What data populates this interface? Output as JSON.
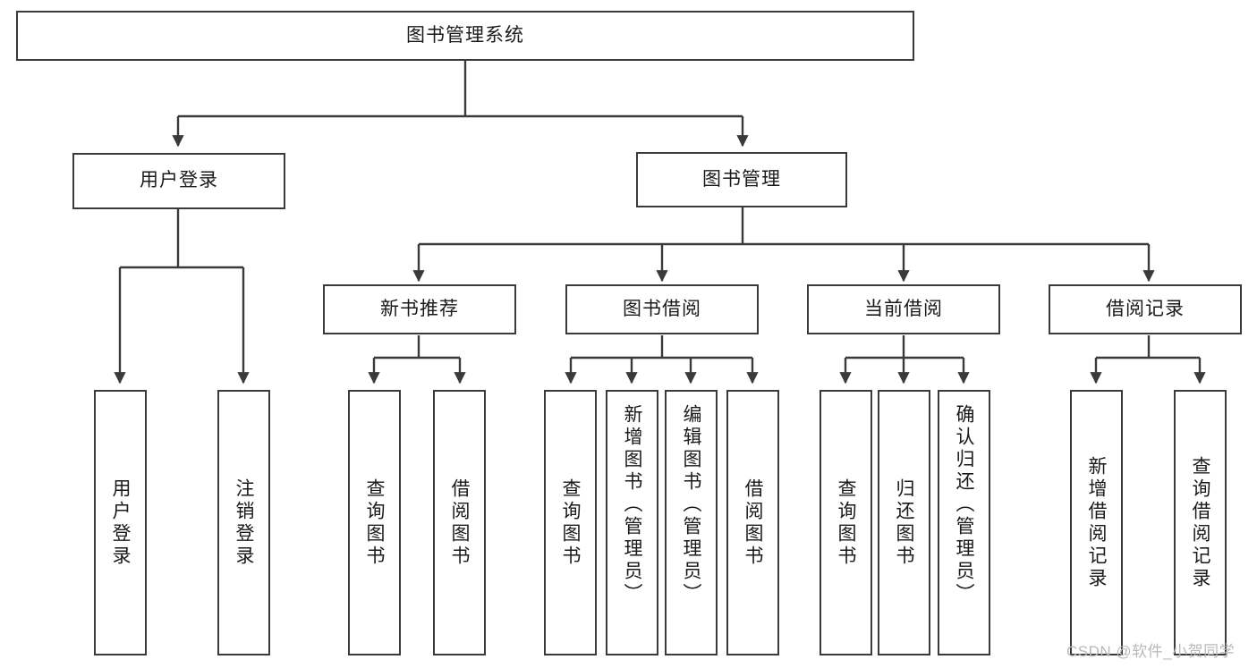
{
  "diagram": {
    "type": "tree-hierarchy-flowchart",
    "title": "图书管理系统",
    "stroke_color": "#3a3a3a",
    "fill_color": "#ffffff",
    "text_color": "#1a1a1a",
    "root": {
      "label": "图书管理系统",
      "orientation": "horizontal"
    },
    "level2": [
      {
        "label": "用户登录",
        "orientation": "horizontal"
      },
      {
        "label": "图书管理",
        "orientation": "horizontal"
      }
    ],
    "level3": [
      {
        "label": "新书推荐",
        "orientation": "horizontal",
        "parent": "图书管理"
      },
      {
        "label": "图书借阅",
        "orientation": "horizontal",
        "parent": "图书管理"
      },
      {
        "label": "当前借阅",
        "orientation": "horizontal",
        "parent": "图书管理"
      },
      {
        "label": "借阅记录",
        "orientation": "horizontal",
        "parent": "图书管理"
      }
    ],
    "leaves": {
      "user_login": [
        {
          "label": "用户登录",
          "orientation": "vertical"
        },
        {
          "label": "注销登录",
          "orientation": "vertical"
        }
      ],
      "new_book_recommend": [
        {
          "label": "查询图书",
          "orientation": "vertical"
        },
        {
          "label": "借阅图书",
          "orientation": "vertical"
        }
      ],
      "book_borrow": [
        {
          "label": "查询图书",
          "orientation": "vertical"
        },
        {
          "label": "新增图书（管理员）",
          "orientation": "vertical"
        },
        {
          "label": "编辑图书（管理员）",
          "orientation": "vertical"
        },
        {
          "label": "借阅图书",
          "orientation": "vertical"
        }
      ],
      "current_borrow": [
        {
          "label": "查询图书",
          "orientation": "vertical"
        },
        {
          "label": "归还图书",
          "orientation": "vertical"
        },
        {
          "label": "确认归还（管理员）",
          "orientation": "vertical"
        }
      ],
      "borrow_record": [
        {
          "label": "新增借阅记录",
          "orientation": "vertical"
        },
        {
          "label": "查询借阅记录",
          "orientation": "vertical"
        }
      ]
    }
  },
  "watermark": {
    "text": "CSDN @软件_小贺同学",
    "color": "#b9b9b9"
  }
}
